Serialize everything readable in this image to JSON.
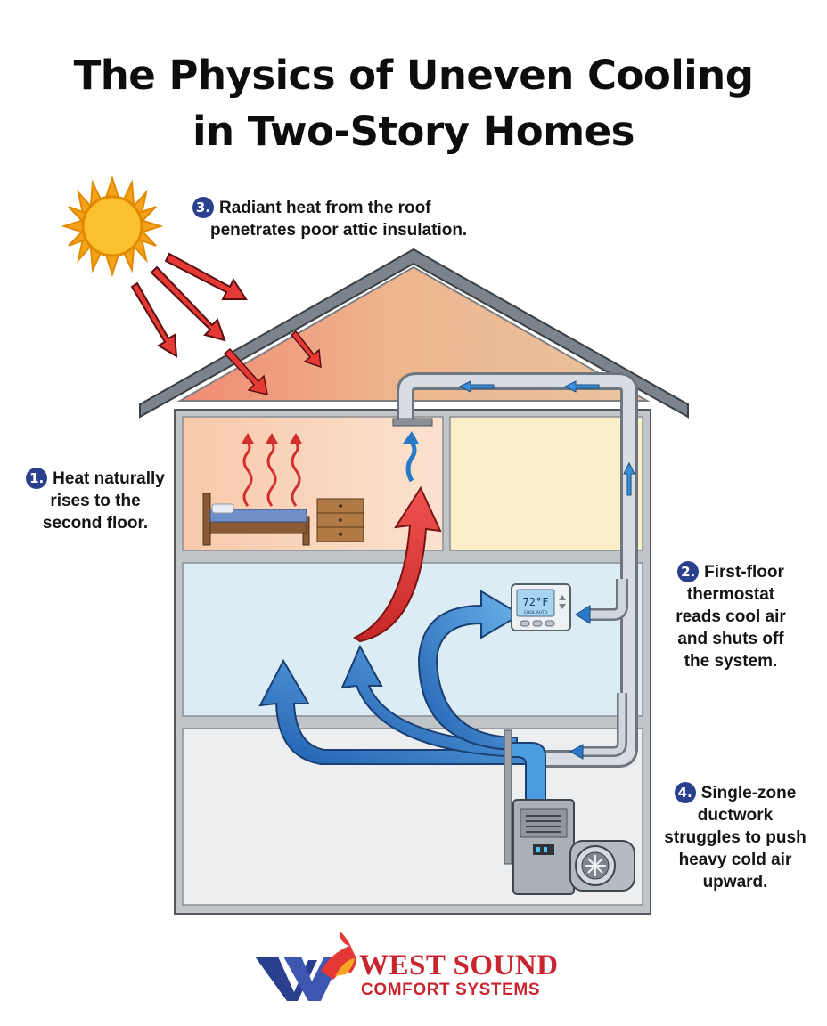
{
  "title": {
    "line1": "The Physics of Uneven Cooling",
    "line2": "in Two-Story Homes"
  },
  "callouts": [
    {
      "number": "1.",
      "lines": [
        "Heat naturally",
        "rises to the",
        "second floor."
      ]
    },
    {
      "number": "2.",
      "lines": [
        "First-floor",
        "thermostat",
        "reads cool air",
        "and shuts off",
        "the system."
      ]
    },
    {
      "number": "3.",
      "lines": [
        "Radiant heat from the roof",
        "penetrates poor attic insulation."
      ]
    },
    {
      "number": "4.",
      "lines": [
        "Single-zone",
        "ductwork",
        "struggles to push",
        "heavy cold air",
        "upward."
      ]
    }
  ],
  "thermostat": {
    "reading": "72°F",
    "sub": "COOL AUTO"
  },
  "logo": {
    "line1": "WEST SOUND",
    "line2": "COMFORT SYSTEMS"
  },
  "colors": {
    "heat": "#e53935",
    "cool": "#2a78c8",
    "first_floor": "#dcecf4",
    "second_floor": "#f9dcc6",
    "attic": "#e8b58c",
    "brand": "#c9252e",
    "badge": "#2b3f8f"
  },
  "icons": [
    "sun-icon",
    "bed-icon",
    "dresser-icon",
    "thermostat-icon",
    "furnace-icon",
    "blower-icon",
    "logo-icon"
  ]
}
